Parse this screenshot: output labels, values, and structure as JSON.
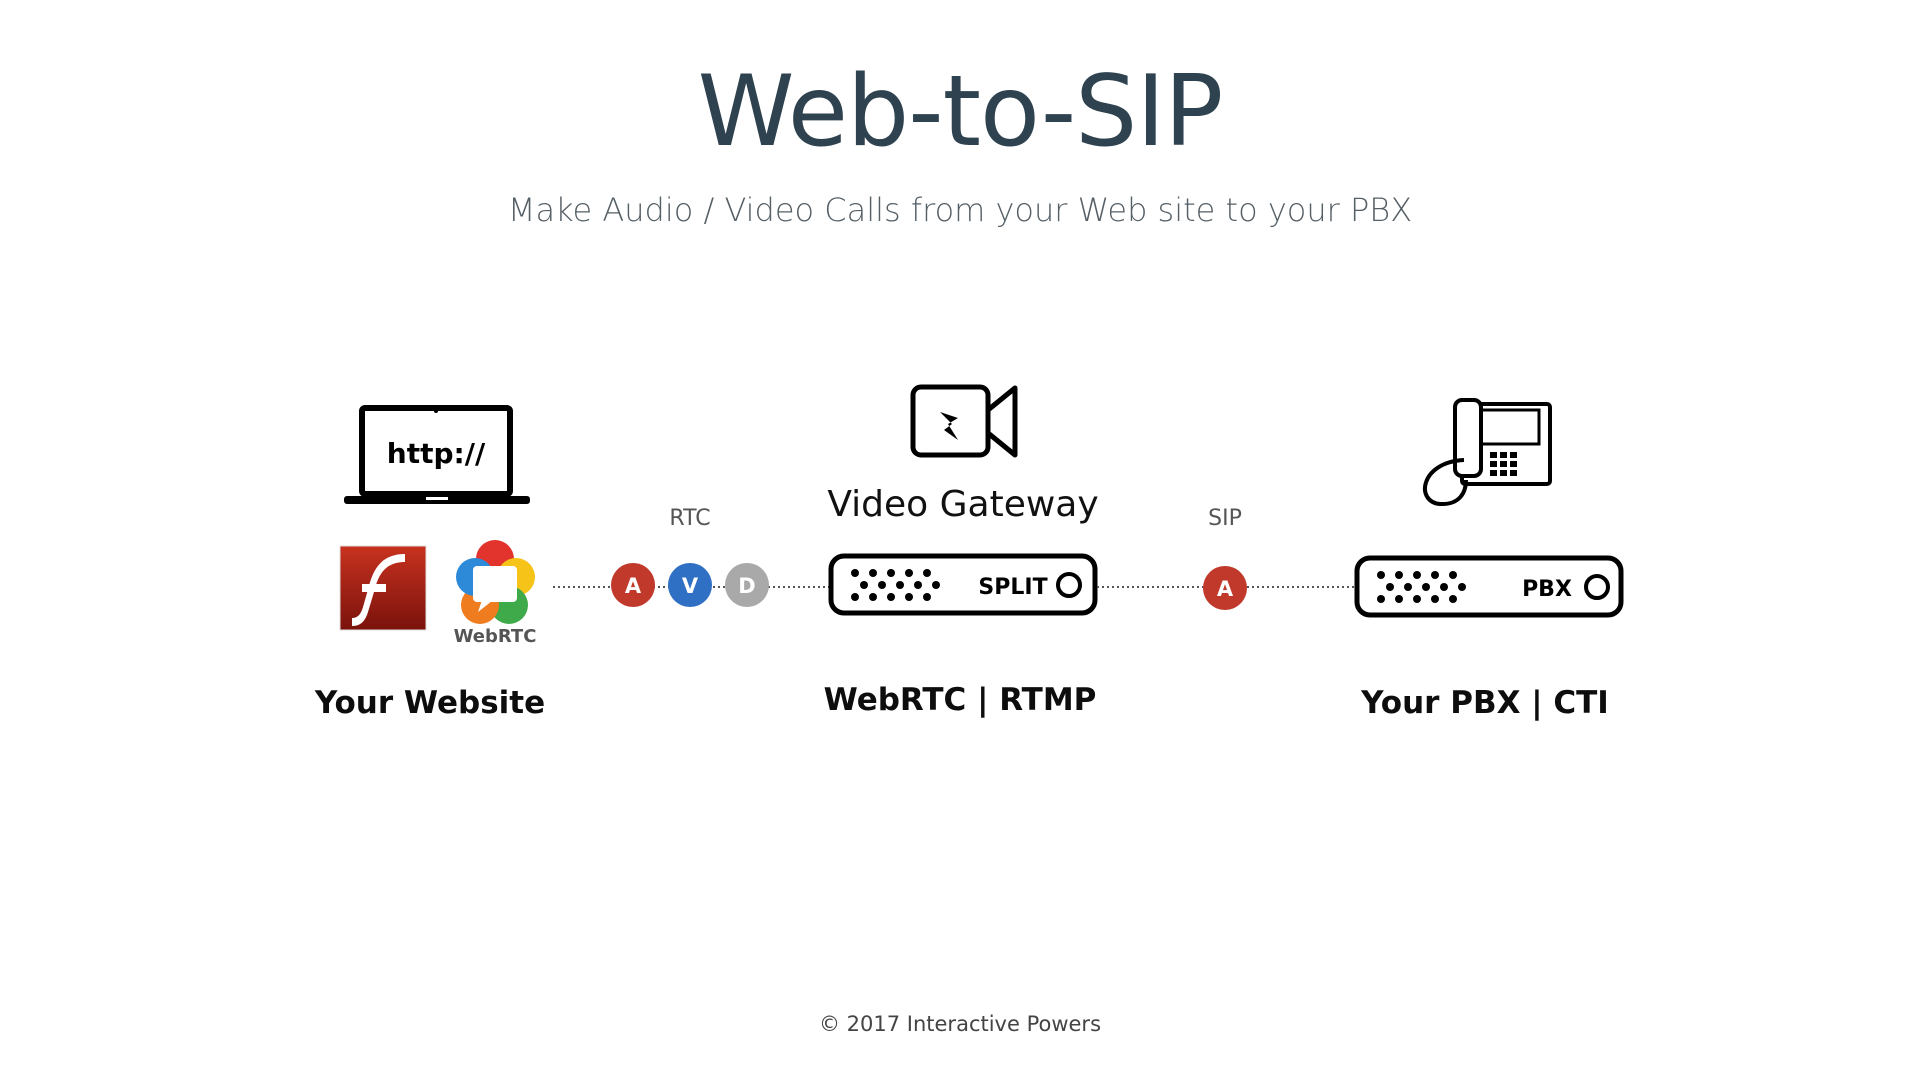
{
  "title": "Web-to-SIP",
  "subtitle": "Make Audio / Video Calls from your Web site to your PBX",
  "website": {
    "laptop_text": "http://",
    "webrtc_logo_text": "WebRTC",
    "label": "Your Website"
  },
  "rtc": {
    "label": "RTC",
    "channels": [
      "A",
      "V",
      "D"
    ]
  },
  "gateway": {
    "title": "Video Gateway",
    "device_text": "SPLIT",
    "label": "WebRTC | RTMP"
  },
  "sip": {
    "label": "SIP",
    "channels": [
      "A"
    ]
  },
  "pbx": {
    "device_text": "PBX",
    "label": "Your PBX | CTI"
  },
  "footer": "© 2017 Interactive Powers",
  "colors": {
    "audio": "#c0392b",
    "video": "#2f6fc4",
    "data": "#a9a9a9",
    "title": "#2f4250"
  }
}
